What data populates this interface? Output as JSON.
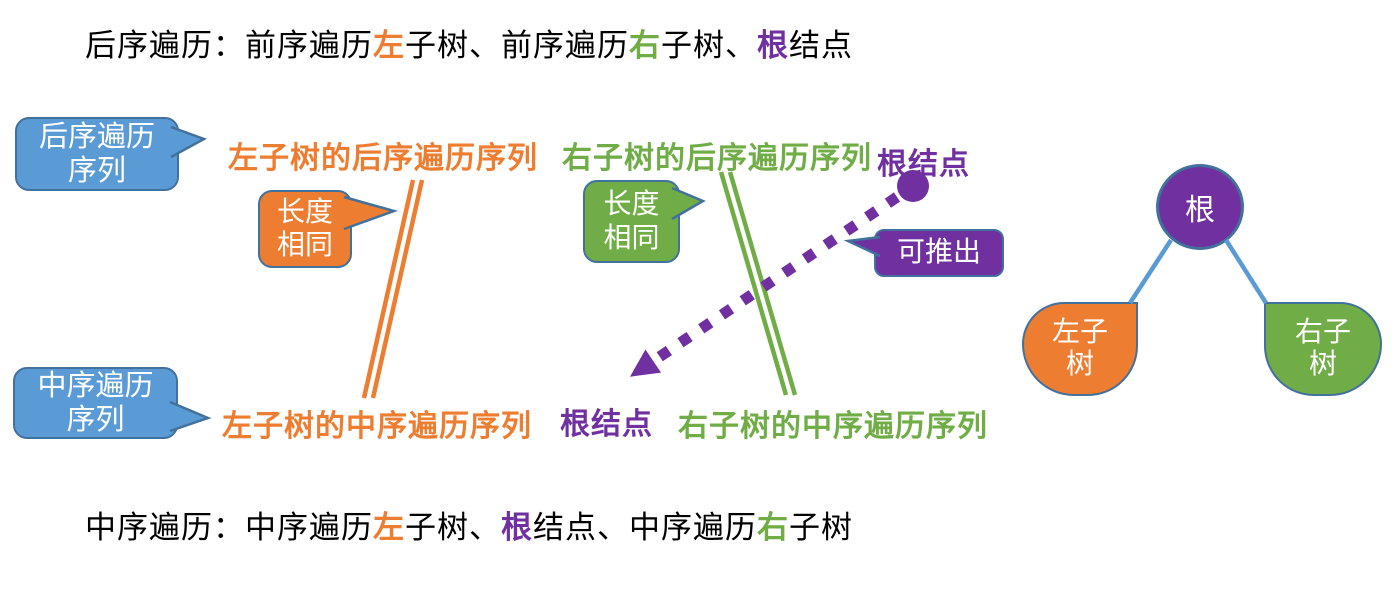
{
  "colors": {
    "orange": "#ED7D31",
    "green": "#70AD47",
    "purple": "#7030A0",
    "blue": "#5B9BD5",
    "border": "#41719C",
    "black": "#000000",
    "edge_blue": "#5B9BD5"
  },
  "title_top": {
    "segments": [
      {
        "text": "后序遍历：前序遍历",
        "color": "black"
      },
      {
        "text": "左",
        "color": "orange"
      },
      {
        "text": "子树、前序遍历",
        "color": "black"
      },
      {
        "text": "右",
        "color": "green"
      },
      {
        "text": "子树、",
        "color": "black"
      },
      {
        "text": "根",
        "color": "purple"
      },
      {
        "text": "结点",
        "color": "black"
      }
    ]
  },
  "title_bottom": {
    "segments": [
      {
        "text": "中序遍历：中序遍历",
        "color": "black"
      },
      {
        "text": "左",
        "color": "orange"
      },
      {
        "text": "子树、",
        "color": "black"
      },
      {
        "text": "根",
        "color": "purple"
      },
      {
        "text": "结点、中序遍历",
        "color": "black"
      },
      {
        "text": "右",
        "color": "green"
      },
      {
        "text": "子树",
        "color": "black"
      }
    ]
  },
  "callouts": {
    "postorder_seq": {
      "line1": "后序遍历",
      "line2": "序列"
    },
    "inorder_seq": {
      "line1": "中序遍历",
      "line2": "序列"
    },
    "same_length_left": {
      "line1": "长度",
      "line2": "相同"
    },
    "same_length_right": {
      "line1": "长度",
      "line2": "相同"
    },
    "deduce": {
      "label": "可推出"
    }
  },
  "labels": {
    "left_postorder": "左子树的后序遍历序列",
    "right_postorder": "右子树的后序遍历序列",
    "root_top": "根结点",
    "left_inorder": "左子树的中序遍历序列",
    "root_bottom": "根结点",
    "right_inorder": "右子树的中序遍历序列"
  },
  "tree": {
    "root_label": "根",
    "left_subtree": {
      "line1": "左子",
      "line2": "树"
    },
    "right_subtree": {
      "line1": "右子",
      "line2": "树"
    }
  }
}
